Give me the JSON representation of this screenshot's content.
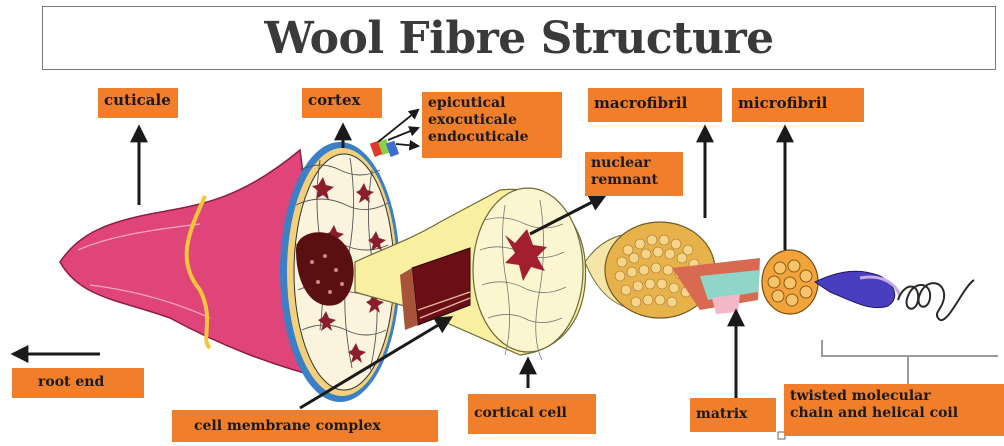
{
  "title": "Wool Fibre Structure",
  "labels": {
    "cuticale": "cuticale",
    "cortex": "cortex",
    "epicutical": "epicutical",
    "exocuticale": "exocuticale",
    "endocuticale": "endocuticale",
    "macrofibril": "macrofibril",
    "microfibril": "microfibril",
    "nuclear_line1": "nuclear",
    "nuclear_line2": "remnant",
    "root_end": "root end",
    "cell_membrane_complex": "cell membrane complex",
    "cortical_cell": "cortical cell",
    "matrix": "matrix",
    "twisted_line1": "twisted molecular",
    "twisted_line2": "chain and helical coil"
  },
  "colors": {
    "label_bg": "#f07e2a",
    "fibre_pink": "#e0457a",
    "cortex_cream": "#fbf3dc",
    "cell_yellow": "#f8efa0",
    "macro_orange": "#e8b24a"
  }
}
